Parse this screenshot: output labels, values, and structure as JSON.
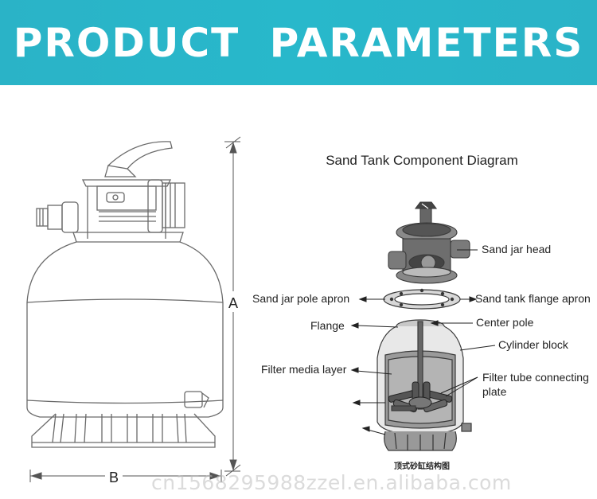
{
  "banner": {
    "title": "PRODUCT PARAMETERS",
    "bg_color": "#2ab3c7"
  },
  "left_drawing": {
    "height_dimension_label": "A",
    "width_dimension_label": "B"
  },
  "diagram": {
    "title": "Sand Tank Component Diagram",
    "labels": {
      "head": "Sand jar head",
      "pole_apron": "Sand jar pole apron",
      "flange_apron": "Sand tank flange apron",
      "flange": "Flange",
      "center_pole": "Center pole",
      "cylinder_block": "Cylinder block",
      "filter_media": "Filter media layer",
      "filter_tube_1": "Filter tube connecting",
      "filter_tube_2": "plate"
    },
    "caption": "顶式砂缸结构图"
  },
  "watermark": "cn1568295988zzel.en.alibaba.com"
}
